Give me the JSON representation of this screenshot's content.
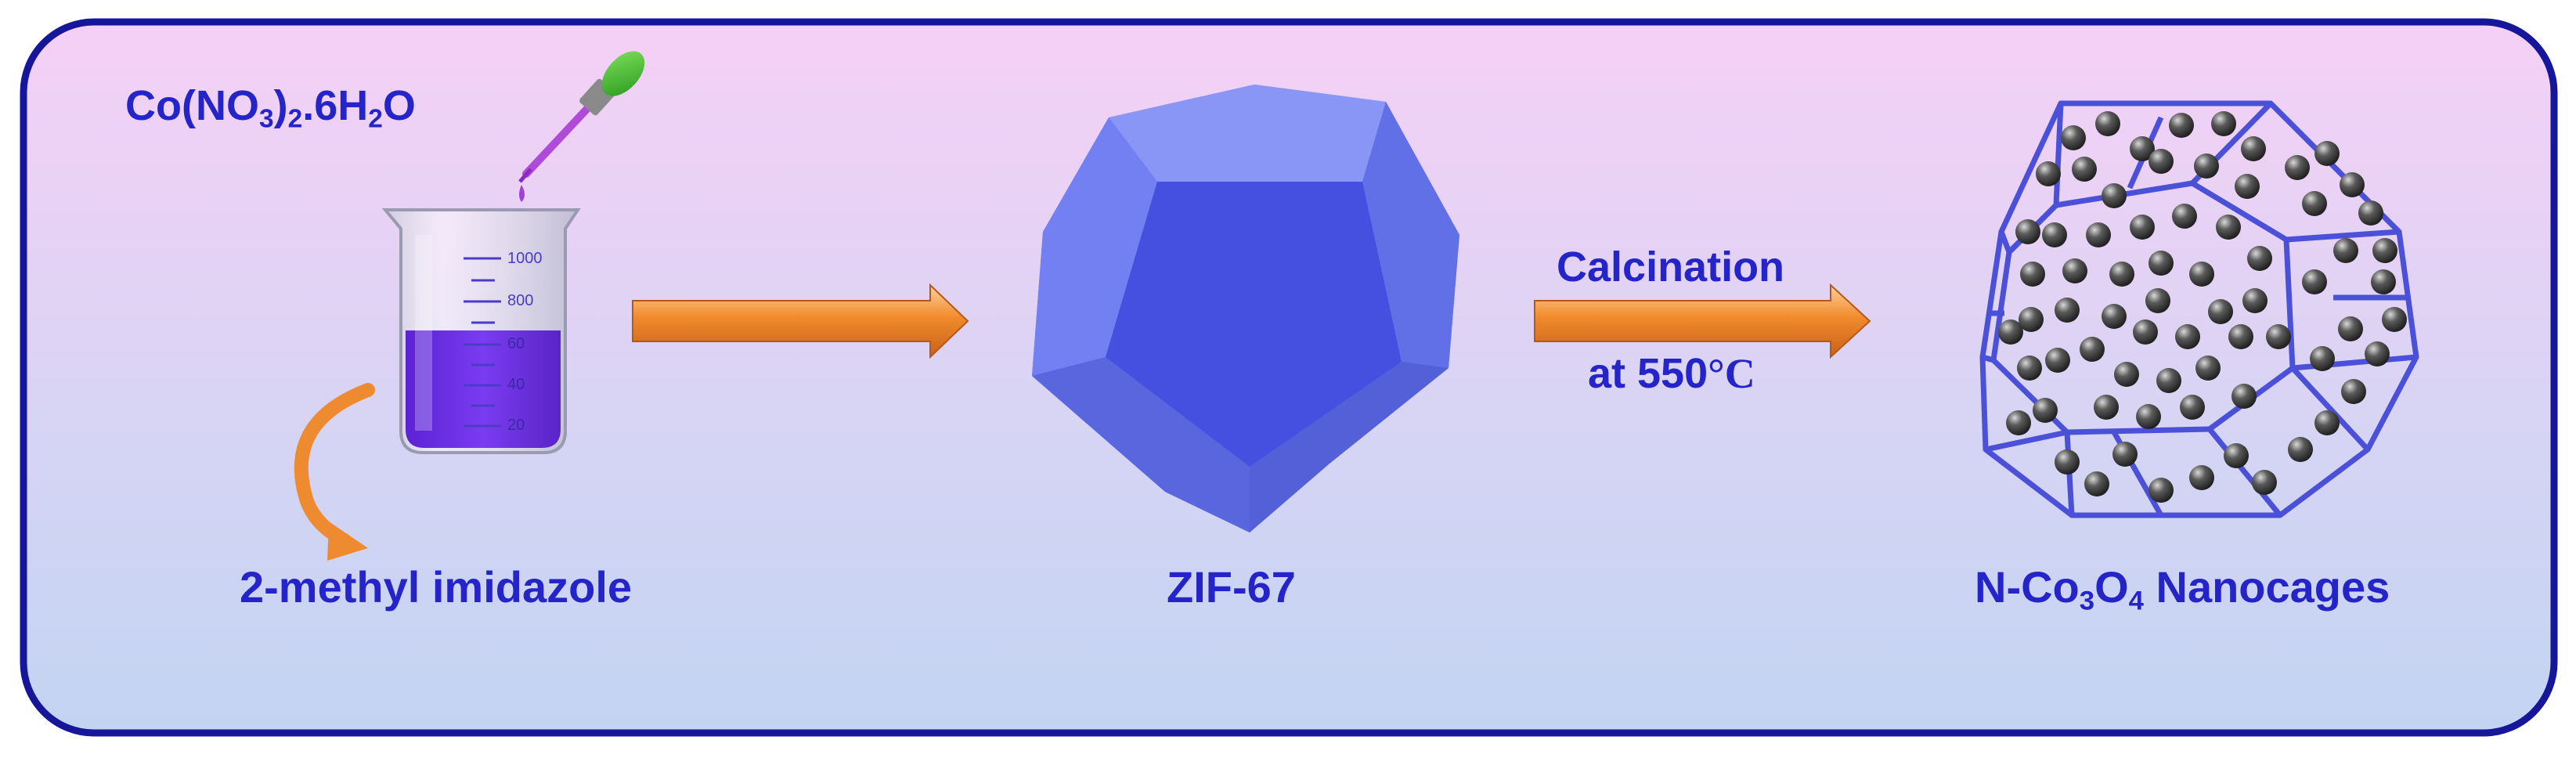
{
  "colors": {
    "label": "#2424c8",
    "frame_border": "#1a1aa0",
    "bg_top": "#f4d2f6",
    "bg_bottom": "#c4d2f0",
    "arrow": "#ee8a30",
    "solution": "#6a2ee0",
    "polyhedron": "#4f5ee8",
    "particle": "#3a3a3a"
  },
  "precursor": {
    "salt_main": "Co(NO",
    "salt_sub1": "3",
    "salt_mid": ")",
    "salt_sub2": "2",
    "salt_rest": ".6H",
    "salt_sub3": "2",
    "salt_end": "O",
    "additive": "2-methyl imidazole"
  },
  "beaker_marks": [
    "1000",
    "800",
    "60",
    "40",
    "20"
  ],
  "intermediate": {
    "label": "ZIF-67"
  },
  "step": {
    "line1": "Calcination",
    "line2_prefix": "at 550",
    "line2_unit": "°C"
  },
  "product": {
    "prefix": "N-Co",
    "sub1": "3",
    "mid": "O",
    "sub2": "4",
    "suffix": " Nanocages"
  }
}
